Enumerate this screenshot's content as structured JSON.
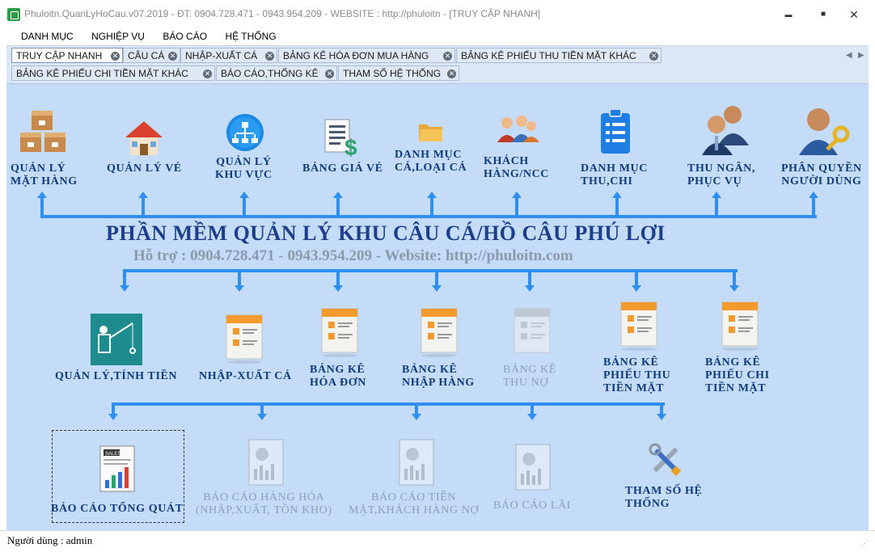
{
  "window": {
    "title": "Phuloitn.QuanLyHoCau.v07.2019 - ĐT: 0904.728.471 - 0943.954.209 - WEBSITE : http://phuloitn - [TRUY CẬP NHANH]",
    "minimize": "▬",
    "maximize": "■",
    "close": "✕"
  },
  "menu": [
    "DANH MỤC",
    "NGHIỆP VỤ",
    "BÁO CÁO",
    "HỆ THỐNG"
  ],
  "tabs": [
    "TRUY CẬP NHANH",
    "CÂU CÁ",
    "NHẬP-XUẤT CÁ",
    "BẢNG KÊ HÓA ĐƠN MUA HÀNG",
    "BẢNG KÊ PHIẾU THU TIỀN MẶT KHÁC",
    "BẢNG KÊ PHIẾU CHI TIỀN MẶT KHÁC",
    "BÁO CÁO,THỐNG KÊ",
    "THAM SỐ HỆ THỐNG"
  ],
  "tab_close_glyph": "✕",
  "tab_nav": {
    "prev": "◀",
    "next": "▶"
  },
  "top_items": [
    {
      "label": "QUẢN LÝ\nMẶT HÀNG",
      "icon": "boxes-icon"
    },
    {
      "label": "QUẢN LÝ VÉ",
      "icon": "house-icon"
    },
    {
      "label": "QUẢN LÝ\nKHU VỰC",
      "icon": "network-icon"
    },
    {
      "label": "BẢNG GIÁ VÉ",
      "icon": "price-list-icon"
    },
    {
      "label": "DANH MỤC\nCÁ,LOẠI CÁ",
      "icon": "folder-icon"
    },
    {
      "label": "KHÁCH\nHÀNG/NCC",
      "icon": "customers-icon"
    },
    {
      "label": "DANH MỤC\nTHU,CHI",
      "icon": "clipboard-icon"
    },
    {
      "label": "THU NGÂN,\nPHỤC VỤ",
      "icon": "staff-icon"
    },
    {
      "label": "PHÂN QUYỀN\nNGƯỜI DÙNG",
      "icon": "user-key-icon"
    }
  ],
  "headline": "PHẦN MỀM QUẢN LÝ KHU CÂU CÁ/HỒ CÂU PHÚ LỢI",
  "support": "Hỗ trợ : 0904.728.471 - 0943.954.209 - Website: http://phuloitn.com",
  "middle_items": [
    {
      "label": "QUẢN LÝ,TÍNH TIỀN",
      "icon": "fishing-icon",
      "enabled": true
    },
    {
      "label": "NHẬP-XUẤT CÁ",
      "icon": "invoice-icon",
      "enabled": true
    },
    {
      "label": "BẢNG KÊ\nHÓA ĐƠN",
      "icon": "invoice-icon",
      "enabled": true
    },
    {
      "label": "BẢNG KÊ\nNHẬP HÀNG",
      "icon": "invoice-icon",
      "enabled": true
    },
    {
      "label": "BẢNG KÊ\nTHU NỢ",
      "icon": "invoice-icon",
      "enabled": false
    },
    {
      "label": "BẢNG KÊ\nPHIẾU THU\nTIỀN MẶT",
      "icon": "invoice-icon",
      "enabled": true
    },
    {
      "label": "BẢNG KÊ\nPHIẾU CHI\nTIỀN MẶT",
      "icon": "invoice-icon",
      "enabled": true
    }
  ],
  "bottom_items": [
    {
      "label": "BÁO CÁO TỔNG QUÁT",
      "icon": "sales-report-icon",
      "enabled": true
    },
    {
      "label": "BÁO CÁO HÀNG HÓA\n(NHẬP,XUẤT, TỒN KHO)",
      "icon": "report-icon",
      "enabled": false
    },
    {
      "label": "BÁO CÁO TIỀN\nMẶT,KHÁCH HÀNG NỢ",
      "icon": "report-icon",
      "enabled": false
    },
    {
      "label": "BÁO CÁO LÃI",
      "icon": "report-icon",
      "enabled": false
    },
    {
      "label": "THAM SỐ HỆ\nTHỐNG",
      "icon": "tools-icon",
      "enabled": true
    }
  ],
  "status": "Người dùng : admin",
  "colors": {
    "background": "#c4dcf8",
    "connector": "#2f8ff0",
    "label": "#0f3b7c",
    "disabled_label": "#8e9fb6"
  }
}
